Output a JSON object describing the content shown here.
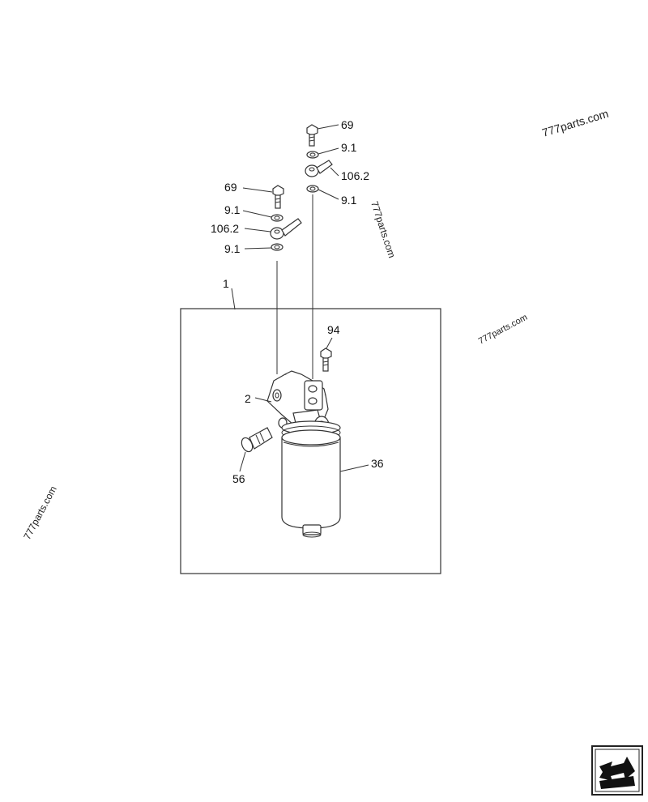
{
  "callouts": {
    "top_bolt": "69",
    "top_washer_upper": "9.1",
    "top_banjo": "106.2",
    "top_washer_lower": "9.1",
    "left_bolt": "69",
    "left_washer_upper": "9.1",
    "left_banjo": "106.2",
    "left_washer_lower": "9.1",
    "assembly": "1",
    "head": "2",
    "bolt_94": "94",
    "plug": "56",
    "filter": "36"
  },
  "watermarks": [
    "777parts.com",
    "777parts.com",
    "777parts.com",
    "777parts.com"
  ],
  "nav": {
    "icon": "return-arrow-icon"
  }
}
